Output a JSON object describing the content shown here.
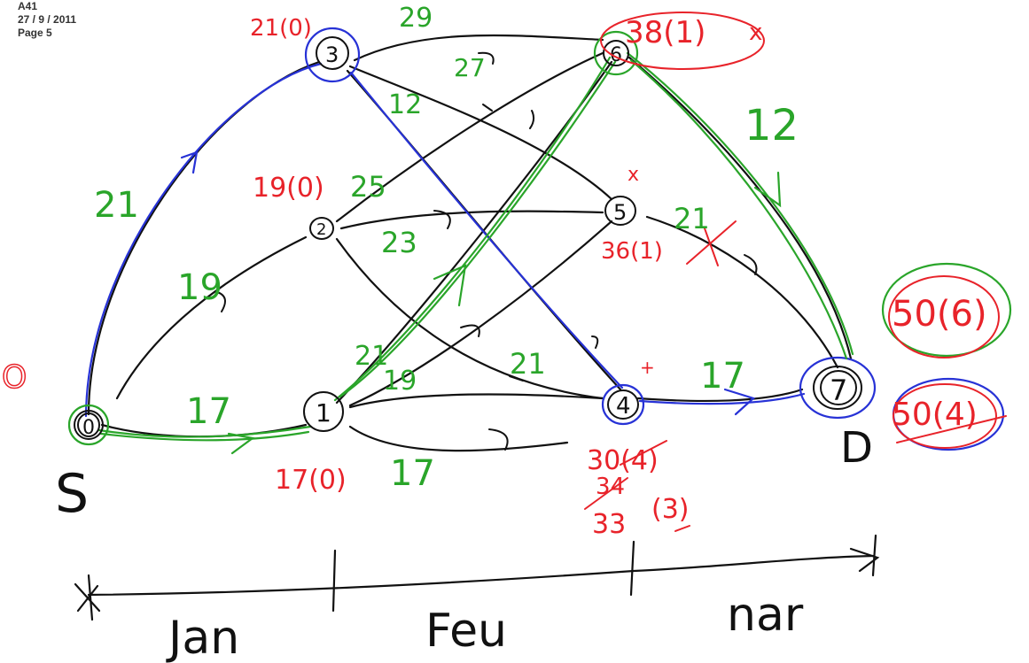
{
  "header": {
    "code": "A41",
    "date": "27 / 9 / 2011",
    "page": "Page 5"
  },
  "colors": {
    "ink_black": "#111111",
    "ink_red": "#e8232a",
    "ink_green": "#2aa52a",
    "ink_blue": "#2732d6"
  },
  "nodes": [
    "0",
    "1",
    "2",
    "3",
    "4",
    "5",
    "6",
    "7"
  ],
  "labels": {
    "source": "S",
    "sink": "D",
    "zero_mark": "O"
  },
  "node_values": {
    "n3": "21(0)",
    "n2": "19(0)",
    "n1": "17(0)",
    "n6": "38(1)",
    "n6_mark": "x",
    "n5": "36(1)",
    "n5_mark": "x",
    "n4_a": "30(4)",
    "n4_b": "34",
    "n4_c": "33",
    "n4_d": "(3)",
    "n4_mark": "+",
    "n7_a": "50(6)",
    "n7_b": "50(4)"
  },
  "edge_weights": {
    "e03": "21",
    "e02": "19",
    "e01": "17",
    "e36": "29",
    "e35": "27",
    "e34": "12",
    "e26": "25",
    "e25": "23",
    "e16": "21",
    "e15": "19",
    "e14": "17",
    "e24": "21",
    "e67": "12",
    "e57": "21",
    "e47": "17"
  },
  "timeline": {
    "months": [
      "Jan",
      "Feu",
      "nar"
    ]
  }
}
